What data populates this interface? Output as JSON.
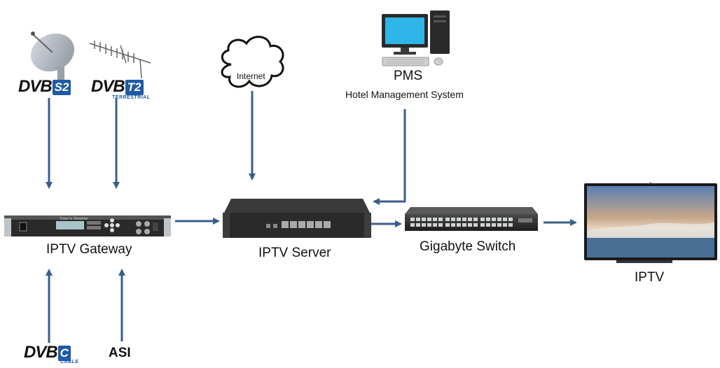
{
  "nodes": {
    "pms": {
      "title": "PMS",
      "subtitle": "Hotel Management System"
    },
    "internet": {
      "label": "Internet"
    },
    "gateway": {
      "label": "IPTV Gateway"
    },
    "server": {
      "label": "IPTV Server"
    },
    "switch": {
      "label": "Gigabyte Switch"
    },
    "tv": {
      "label": "IPTV"
    },
    "asi": {
      "label": "ASI"
    }
  },
  "logos": {
    "dvbs2": {
      "brand": "DVB",
      "suffix": "S2",
      "sub": ""
    },
    "dvbt2": {
      "brand": "DVB",
      "suffix": "T2",
      "sub": "TERRESTRIAL"
    },
    "dvbc": {
      "brand": "DVB",
      "suffix": "C",
      "sub": "CABLE"
    }
  },
  "device_text": {
    "gateway_brand": "Tuner to Streamer"
  },
  "colors": {
    "arrow": "#3a5f87",
    "dvb_blue": "#1f5aa6",
    "monitor_screen": "#2fb6e8",
    "device_body": "#2a2a2a"
  }
}
